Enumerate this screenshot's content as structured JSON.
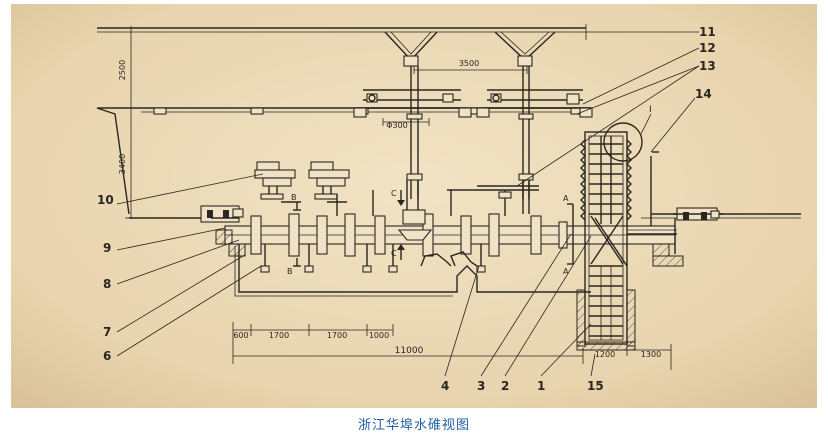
{
  "caption": "浙江华埠水碓视图",
  "dimensions": {
    "d2500": "2500",
    "d3500": "3500",
    "d3400": "3400",
    "phi300": "Φ300",
    "d600": "600",
    "d1700a": "1700",
    "d1700b": "1700",
    "d1000": "1000",
    "d11000": "11000",
    "d1200": "1200",
    "d1300": "1300"
  },
  "section_marks": {
    "A_top": "A",
    "A_bottom": "A",
    "B_top": "B",
    "B_bottom": "B",
    "C_top": "C",
    "C_bottom": "C",
    "I": "I"
  },
  "callouts": {
    "c1": "1",
    "c2": "2",
    "c3": "3",
    "c4": "4",
    "c6": "6",
    "c7": "7",
    "c8": "8",
    "c9": "9",
    "c10": "10",
    "c11": "11",
    "c12": "12",
    "c13": "13",
    "c14": "14",
    "c15": "15"
  },
  "colors": {
    "paper": "#ead8b4",
    "ink": "#2a2620",
    "caption": "#1f5fa8"
  }
}
